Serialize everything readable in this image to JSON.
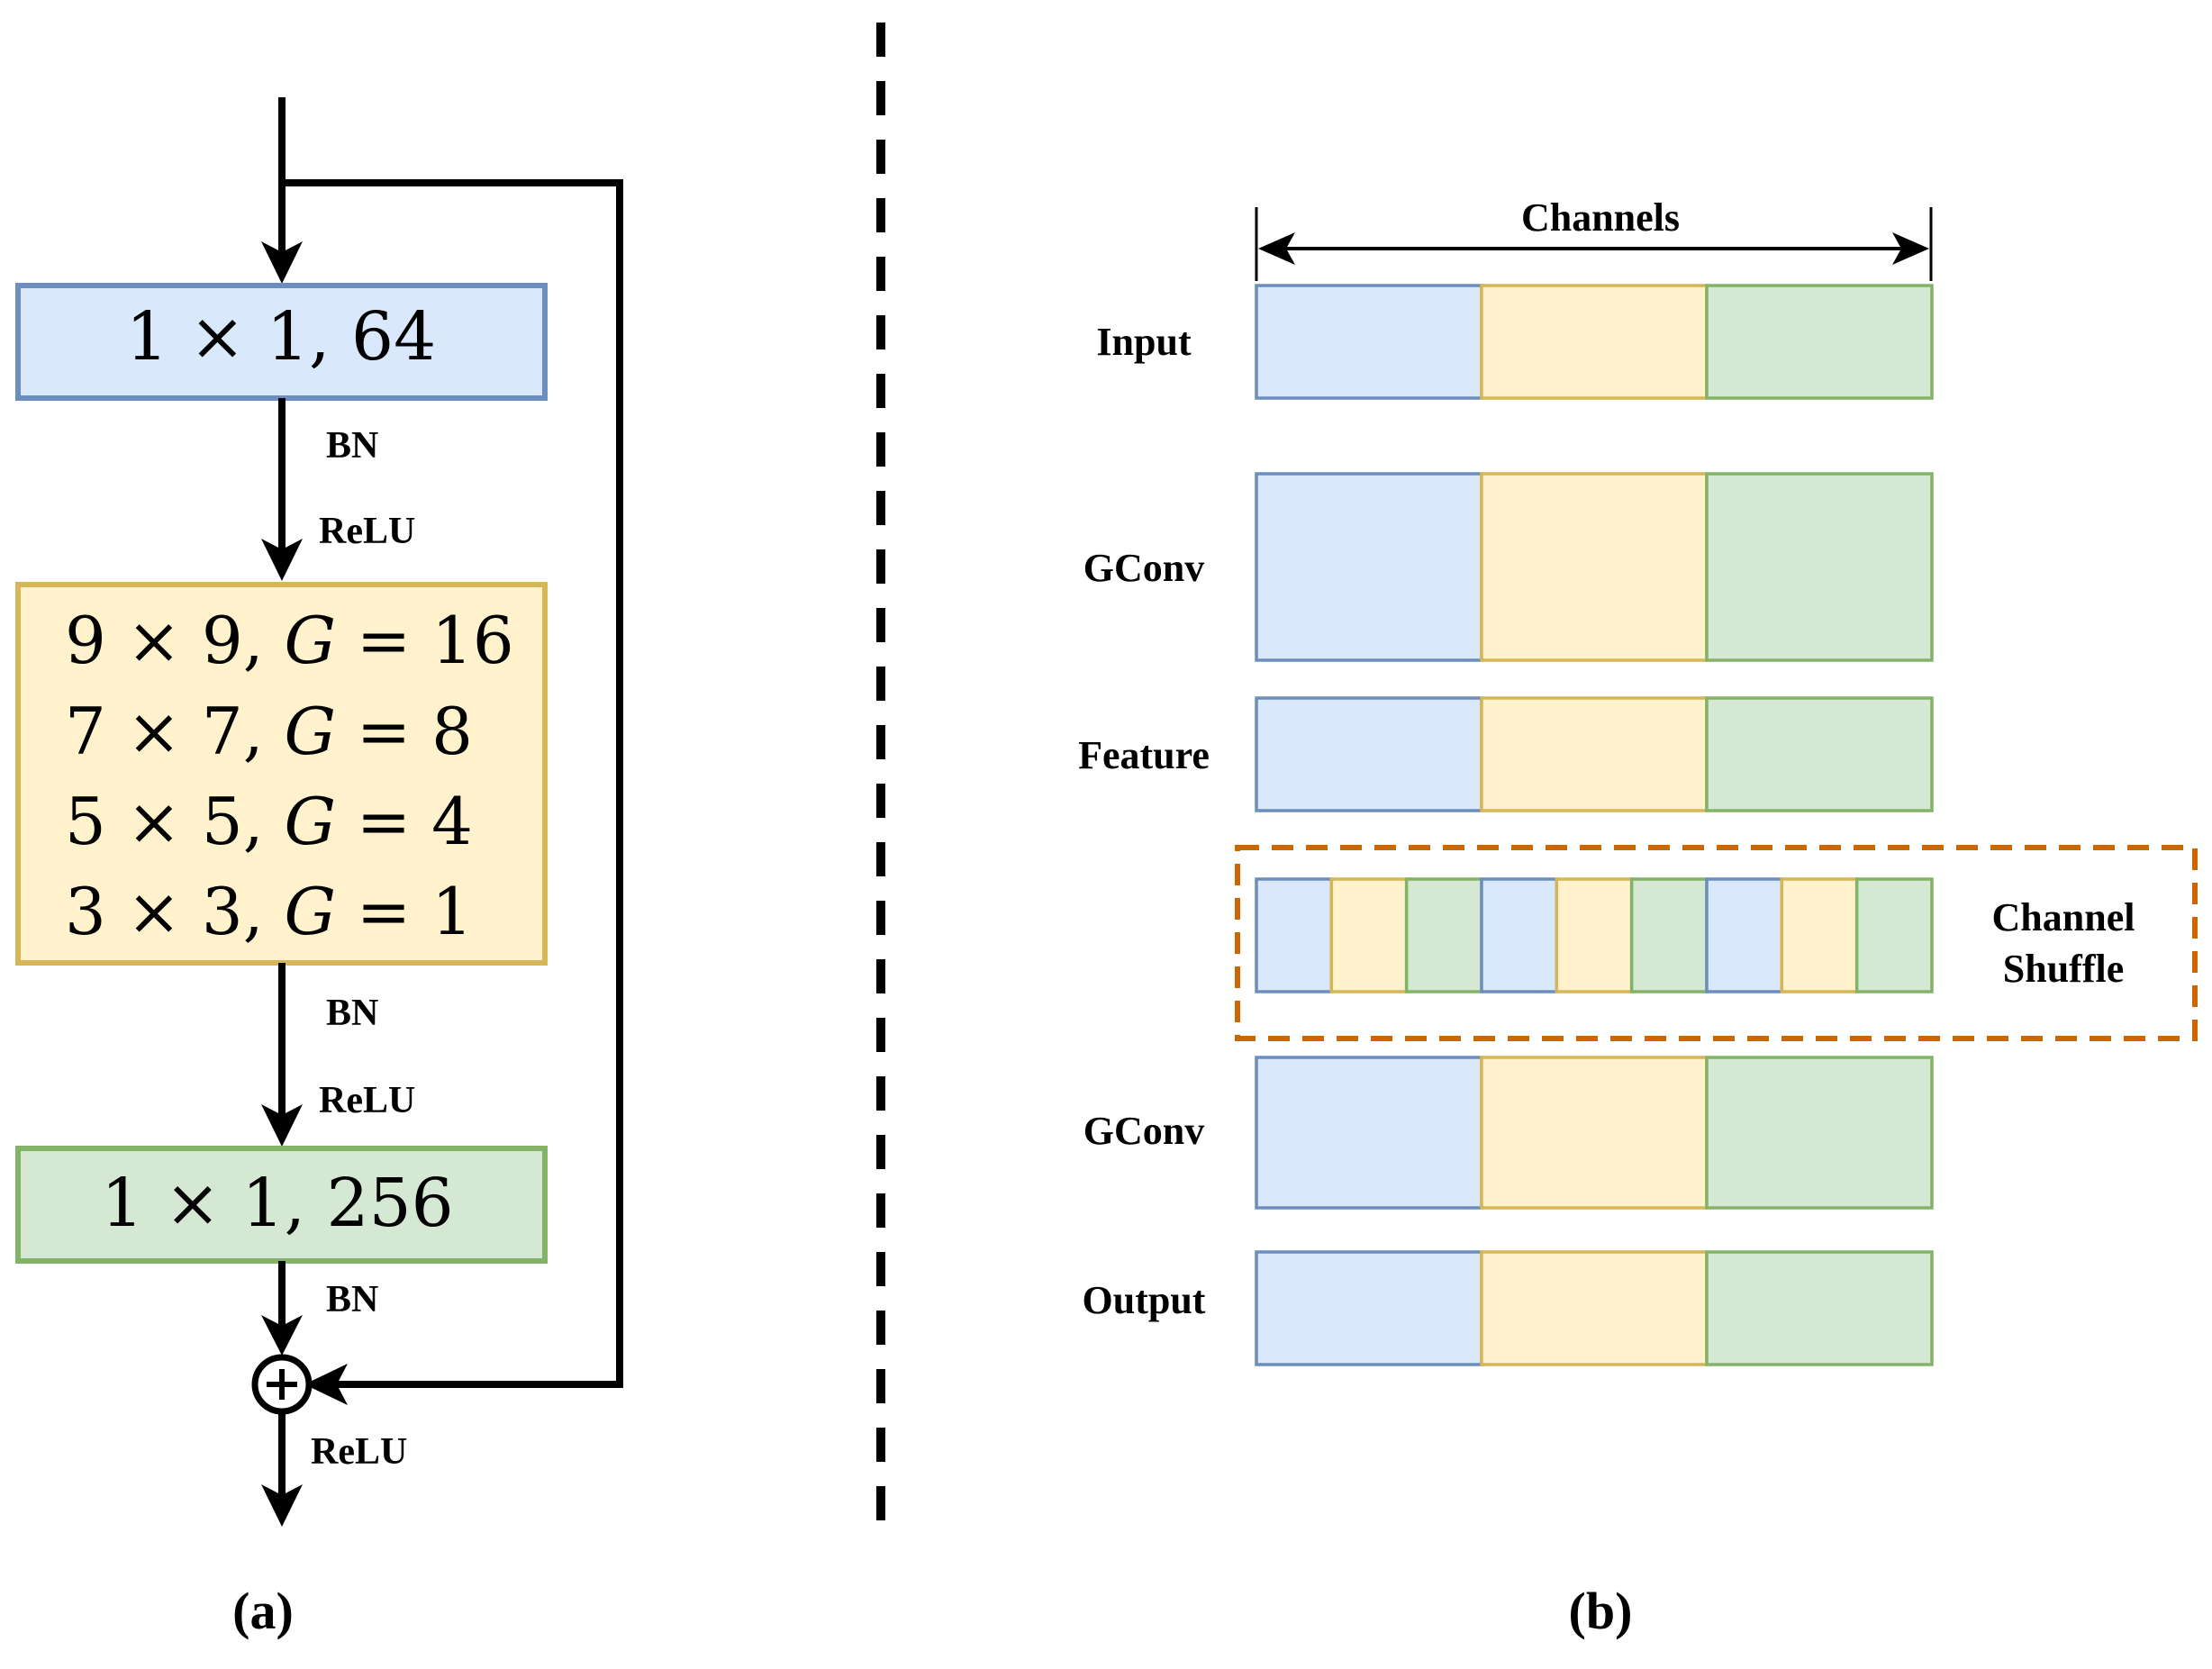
{
  "panel_a": {
    "caption": "(a)",
    "block1": {
      "text": "1 × 1, 64",
      "fill": "#dae8fc",
      "stroke": "#6c8ebf"
    },
    "block2": {
      "lines": [
        {
          "k": "9 × 9, ",
          "g": "G",
          "v": " = 16"
        },
        {
          "k": "7 × 7, ",
          "g": "G",
          "v": " = 8"
        },
        {
          "k": "5 × 5, ",
          "g": "G",
          "v": " = 4"
        },
        {
          "k": "3 × 3, ",
          "g": "G",
          "v": " = 1"
        }
      ],
      "fill": "#fff2cc",
      "stroke": "#d6b656"
    },
    "block3": {
      "text": "1 × 1, 256",
      "fill": "#d5e8d4",
      "stroke": "#82b366"
    },
    "labels": {
      "bn1": "BN",
      "relu1": "ReLU",
      "bn2": "BN",
      "relu2": "ReLU",
      "bn3": "BN",
      "relu3": "ReLU"
    },
    "sum_symbol": "+"
  },
  "panel_b": {
    "caption": "(b)",
    "channels_label": "Channels",
    "rows": [
      {
        "label": "Input"
      },
      {
        "label": "GConv"
      },
      {
        "label": "Feature"
      },
      {
        "label": ""
      },
      {
        "label": "GConv"
      },
      {
        "label": "Output"
      }
    ],
    "shuffle_label_line1": "Channel",
    "shuffle_label_line2": "Shuffle",
    "shuffle_order": [
      "blue",
      "yellow",
      "green",
      "blue",
      "yellow",
      "green",
      "blue",
      "yellow",
      "green"
    ],
    "colors": {
      "blue_fill": "#dae8fc",
      "blue_stroke": "#6c8ebf",
      "yellow_fill": "#fff2cc",
      "yellow_stroke": "#d6b656",
      "green_fill": "#d5e8d4",
      "green_stroke": "#82b366",
      "shuffle_border": "#cc6600"
    }
  }
}
